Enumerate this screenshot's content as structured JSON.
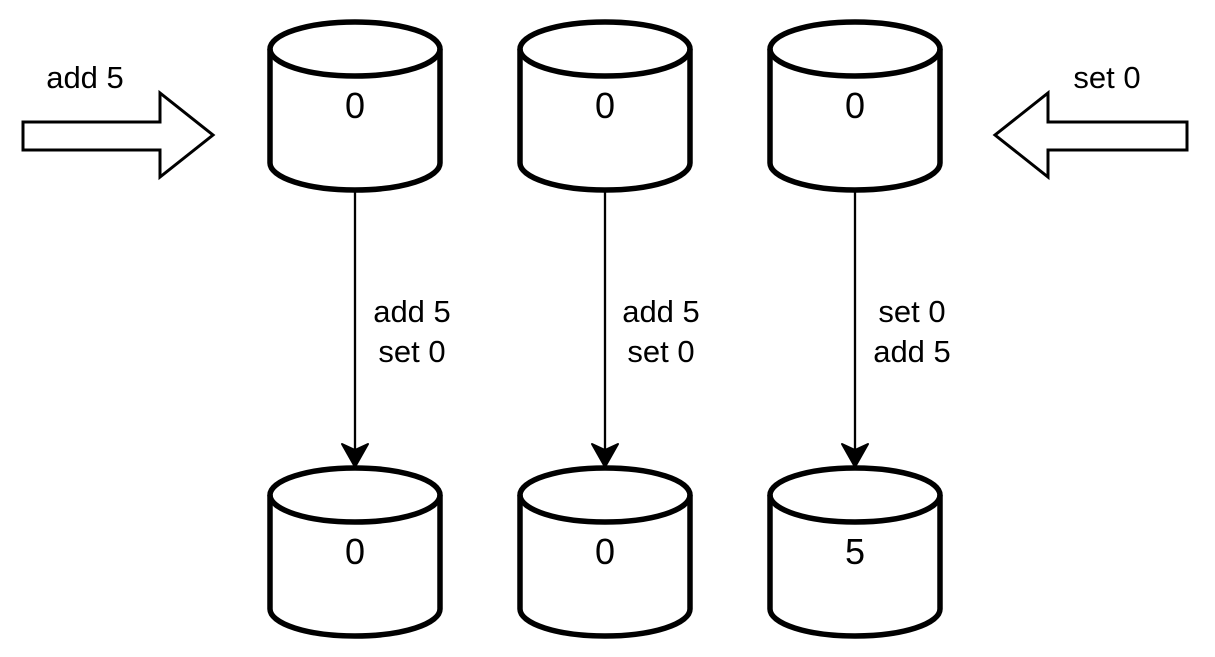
{
  "diagram": {
    "incoming": {
      "left_label": "add 5",
      "right_label": "set 0"
    },
    "replicas": [
      {
        "initial_value": "0",
        "ops_order": [
          "add 5",
          "set 0"
        ],
        "final_value": "0"
      },
      {
        "initial_value": "0",
        "ops_order": [
          "add 5",
          "set 0"
        ],
        "final_value": "0"
      },
      {
        "initial_value": "0",
        "ops_order": [
          "set 0",
          "add 5"
        ],
        "final_value": "5"
      }
    ],
    "colors": {
      "stroke": "#000000",
      "shape_fill": "#ffffff",
      "background": "#ffffff",
      "text": "#000000"
    }
  }
}
